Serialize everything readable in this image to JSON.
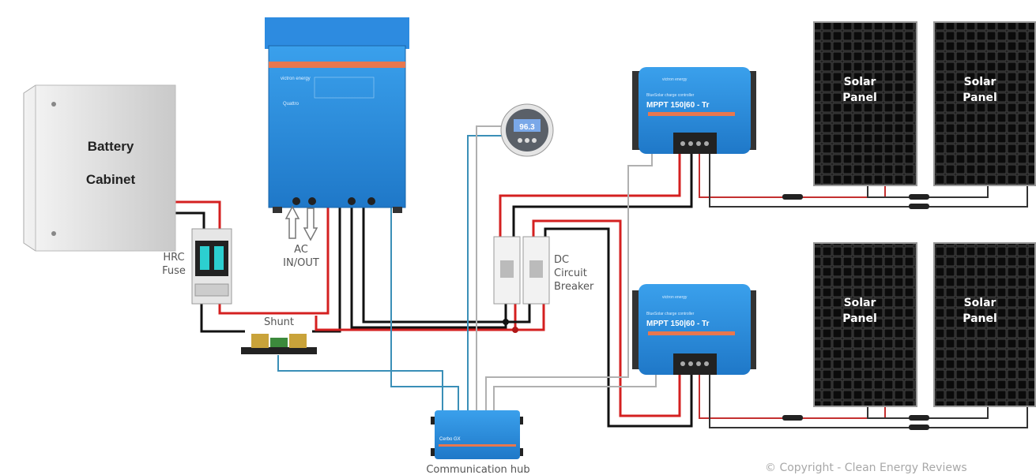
{
  "battery_cabinet": {
    "line1": "Battery",
    "line2": "Cabinet"
  },
  "fuse": {
    "line1": "HRC",
    "line2": "Fuse"
  },
  "ac": {
    "line1": "AC",
    "line2": "IN/OUT"
  },
  "shunt": {
    "label": "Shunt"
  },
  "breaker": {
    "line1": "DC",
    "line2": "Circuit",
    "line3": "Breaker"
  },
  "monitor": {
    "reading": "96.3"
  },
  "inverter": {
    "brand": "victron energy",
    "model": "Quattro"
  },
  "mppt": {
    "brand": "victron energy",
    "subtitle": "BlueSolar charge controller",
    "model": "MPPT 150|60 - Tr"
  },
  "hub": {
    "label": "Communication hub",
    "model": "Cerbo GX"
  },
  "panels": [
    {
      "line1": "Solar",
      "line2": "Panel"
    },
    {
      "line1": "Solar",
      "line2": "Panel"
    },
    {
      "line1": "Solar",
      "line2": "Panel"
    },
    {
      "line1": "Solar",
      "line2": "Panel"
    }
  ],
  "copyright": "© Copyright - Clean Energy Reviews",
  "colors": {
    "positive": "#d42020",
    "negative": "#111111",
    "comm_blue": "#3a8fb7",
    "comm_grey": "#b0b0b0",
    "victron_blue": "#2a8ad8"
  }
}
